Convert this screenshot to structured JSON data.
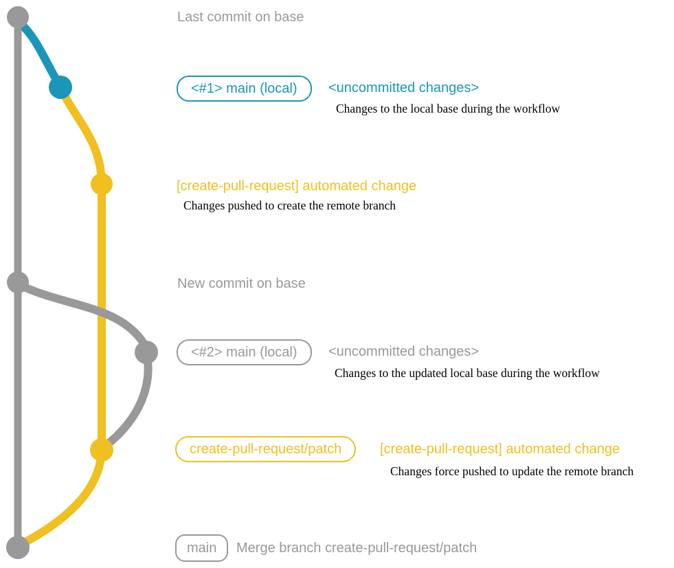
{
  "colors": {
    "gray": "#999999",
    "blue": "#1a96b8",
    "yellow": "#f0c020",
    "desc_text": "#000000",
    "background": "#ffffff"
  },
  "annotations": {
    "last_commit_label": "Last commit on base",
    "step1_badge": "<#1> main (local)",
    "step1_title": "<uncommitted changes>",
    "step1_desc": "Changes to the local base during the workflow",
    "step2_title": "[create-pull-request] automated change",
    "step2_desc": "Changes pushed to create the remote branch",
    "new_commit_label": "New commit on base",
    "step3_badge": "<#2> main (local)",
    "step3_title": "<uncommitted changes>",
    "step3_desc": "Changes to the updated local base during the workflow",
    "step4_badge": "create-pull-request/patch",
    "step4_title": "[create-pull-request] automated change",
    "step4_desc": "Changes force pushed to update the remote branch",
    "merge_badge": "main",
    "merge_label": "Merge branch create-pull-request/patch"
  },
  "graph": {
    "branches": [
      {
        "name": "base",
        "color": "#999999"
      },
      {
        "name": "main-local-1",
        "color": "#1a96b8"
      },
      {
        "name": "create-pull-request/patch",
        "color": "#f0c020"
      },
      {
        "name": "main-local-2",
        "color": "#999999"
      }
    ],
    "commit_nodes": [
      {
        "name": "last-commit-on-base",
        "color": "#999999"
      },
      {
        "name": "main-local-1-commit",
        "color": "#1a96b8"
      },
      {
        "name": "automated-change-commit",
        "color": "#f0c020"
      },
      {
        "name": "new-commit-on-base",
        "color": "#999999"
      },
      {
        "name": "main-local-2-commit",
        "color": "#999999"
      },
      {
        "name": "force-pushed-commit",
        "color": "#f0c020"
      },
      {
        "name": "merge-commit",
        "color": "#999999"
      }
    ]
  }
}
